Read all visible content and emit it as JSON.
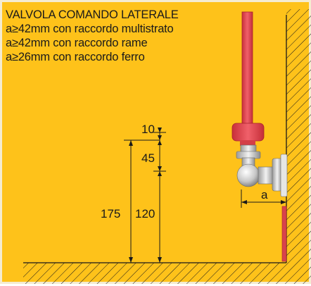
{
  "title": {
    "line1": "VALVOLA COMANDO LATERALE",
    "line2": "a≥42mm con raccordo multistrato",
    "line3": "a≥42mm con raccordo rame",
    "line4": "a≥26mm con raccordo ferro"
  },
  "dimensions": {
    "d10": "10",
    "d45": "45",
    "d120": "120",
    "d175": "175",
    "a": "a"
  },
  "colors": {
    "background": "#fec21a",
    "pipe_red": "#e8464f",
    "metal": "#d8d8d8",
    "line": "#1a1a1a"
  }
}
